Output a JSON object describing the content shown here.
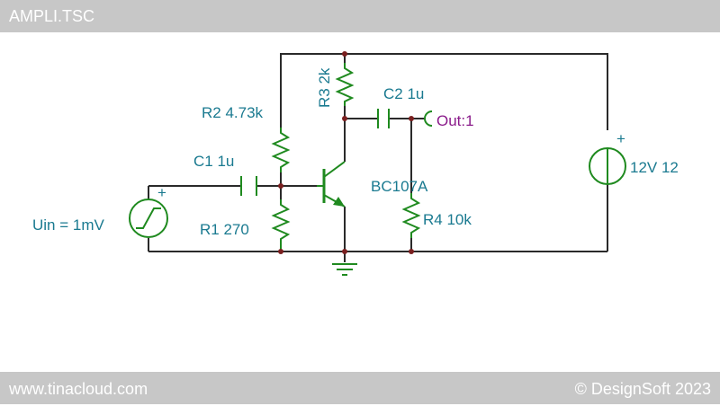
{
  "window": {
    "title": "AMPLI.TSC"
  },
  "footer": {
    "left": "www.tinacloud.com",
    "right": "© DesignSoft 2023"
  },
  "components": {
    "r1": "R1 270",
    "r2": "R2 4.73k",
    "r3": "R3 2k",
    "r4": "R4 10k",
    "c1": "C1 1u",
    "c2": "C2 1u",
    "transistor": "BC107A",
    "vin": "Uin = 1mV",
    "vcc": "12V 12",
    "out": "Out:1"
  },
  "symbols": {
    "plus": "+"
  },
  "colors": {
    "label": "#1a7a90",
    "out_label": "#8a1a8a",
    "component": "#1f8a1f",
    "wire": "#2a2a2a",
    "bar": "#c7c7c7"
  }
}
